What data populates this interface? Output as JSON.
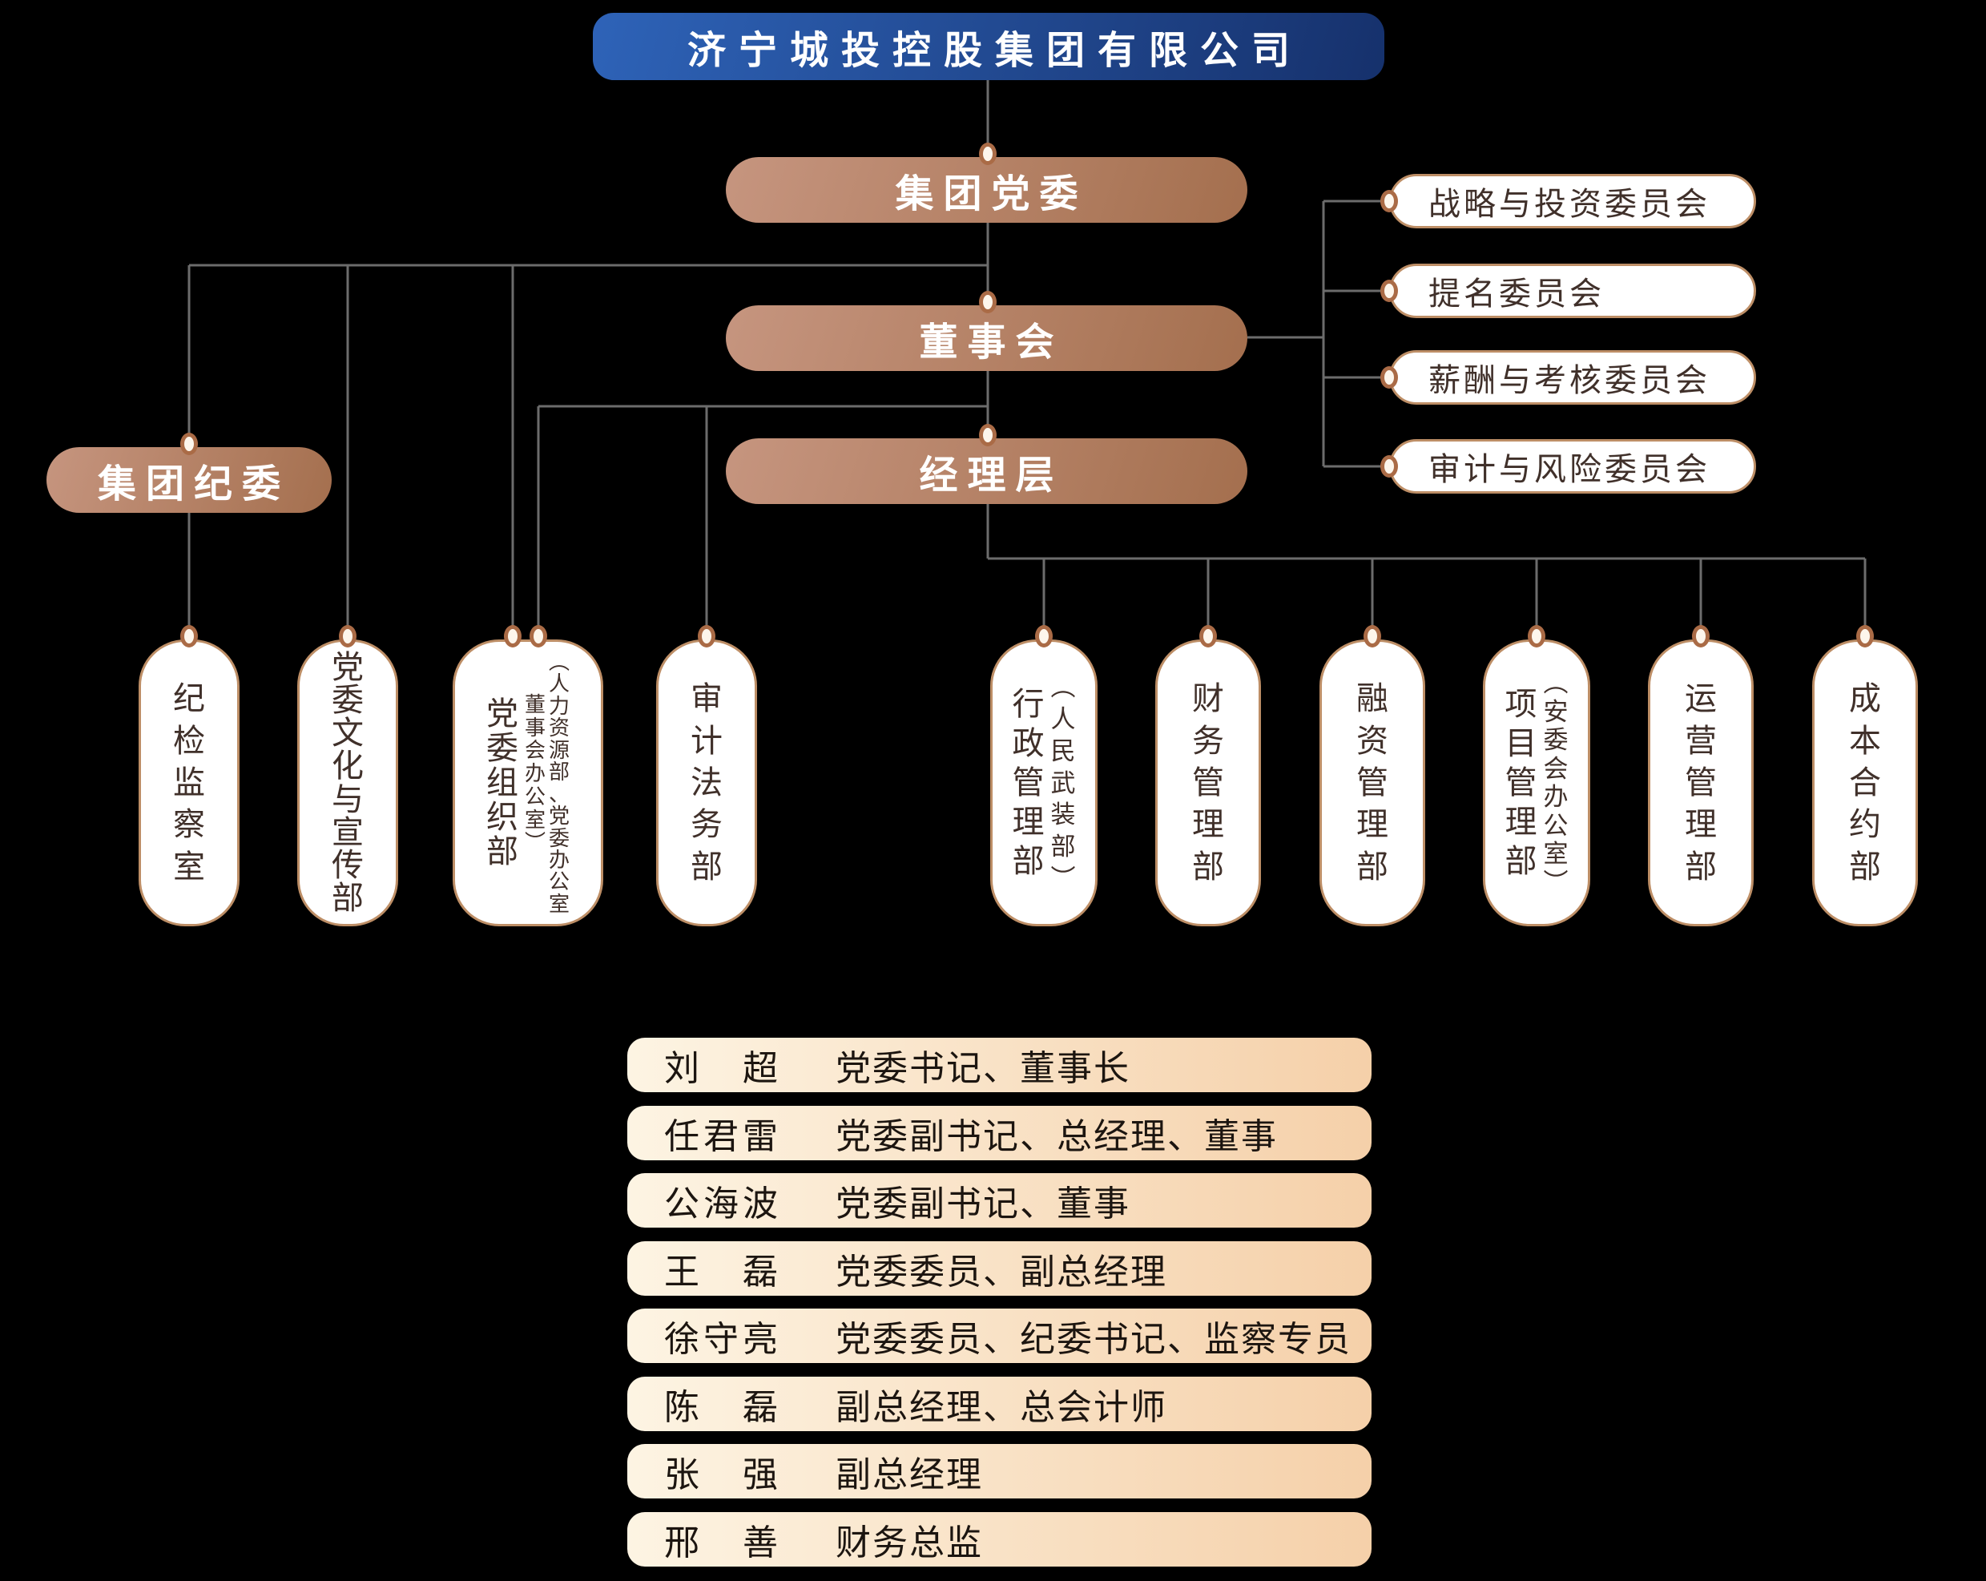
{
  "background": "#000000",
  "colors": {
    "root_gradient_start": "#2e63b8",
    "root_gradient_end": "#16316c",
    "copper_gradient_start": "#c6957f",
    "copper_gradient_end": "#a46f4e",
    "box_border": "#bd8e66",
    "box_text": "#40302a",
    "line": "#6c6c6c",
    "dot_ring": "#aa6b46",
    "dot_fill": "#fdf6ec",
    "node_text": "#ffffff",
    "leader_gradient_start": "#fdf4e3",
    "leader_gradient_end": "#f5d0a9",
    "leader_text": "#1c1510"
  },
  "root": {
    "title": "济宁城投控股集团有限公司"
  },
  "nodes": {
    "party": "集团党委",
    "board": "董事会",
    "management": "经理层",
    "discipline": "集团纪委"
  },
  "committees": [
    {
      "label": "战略与投资委员会"
    },
    {
      "label": "提名委员会"
    },
    {
      "label": "薪酬与考核委员会"
    },
    {
      "label": "审计与风险委员会"
    }
  ],
  "departments": [
    {
      "label": "纪检监察室"
    },
    {
      "label": "党委文化与宣传部"
    },
    {
      "label": "党委组织部",
      "annotation_columns": [
        "（人力资源部、党委办公室",
        "董事会办公室）"
      ]
    },
    {
      "label": "审计法务部"
    },
    {
      "label": "行政管理部",
      "annotation_columns": [
        "（人民武装部）"
      ]
    },
    {
      "label": "财务管理部"
    },
    {
      "label": "融资管理部"
    },
    {
      "label": "项目管理部",
      "annotation_columns": [
        "（安委会办公室）"
      ]
    },
    {
      "label": "运营管理部"
    },
    {
      "label": "成本合约部"
    }
  ],
  "leadership": [
    {
      "name": "刘超",
      "title": "党委书记、董事长"
    },
    {
      "name": "任君雷",
      "title": "党委副书记、总经理、董事"
    },
    {
      "name": "公海波",
      "title": "党委副书记、董事"
    },
    {
      "name": "王磊",
      "title": "党委委员、副总经理"
    },
    {
      "name": "徐守亮",
      "title": "党委委员、纪委书记、监察专员"
    },
    {
      "name": "陈磊",
      "title": "副总经理、总会计师"
    },
    {
      "name": "张强",
      "title": "副总经理"
    },
    {
      "name": "邢善",
      "title": "财务总监"
    }
  ]
}
